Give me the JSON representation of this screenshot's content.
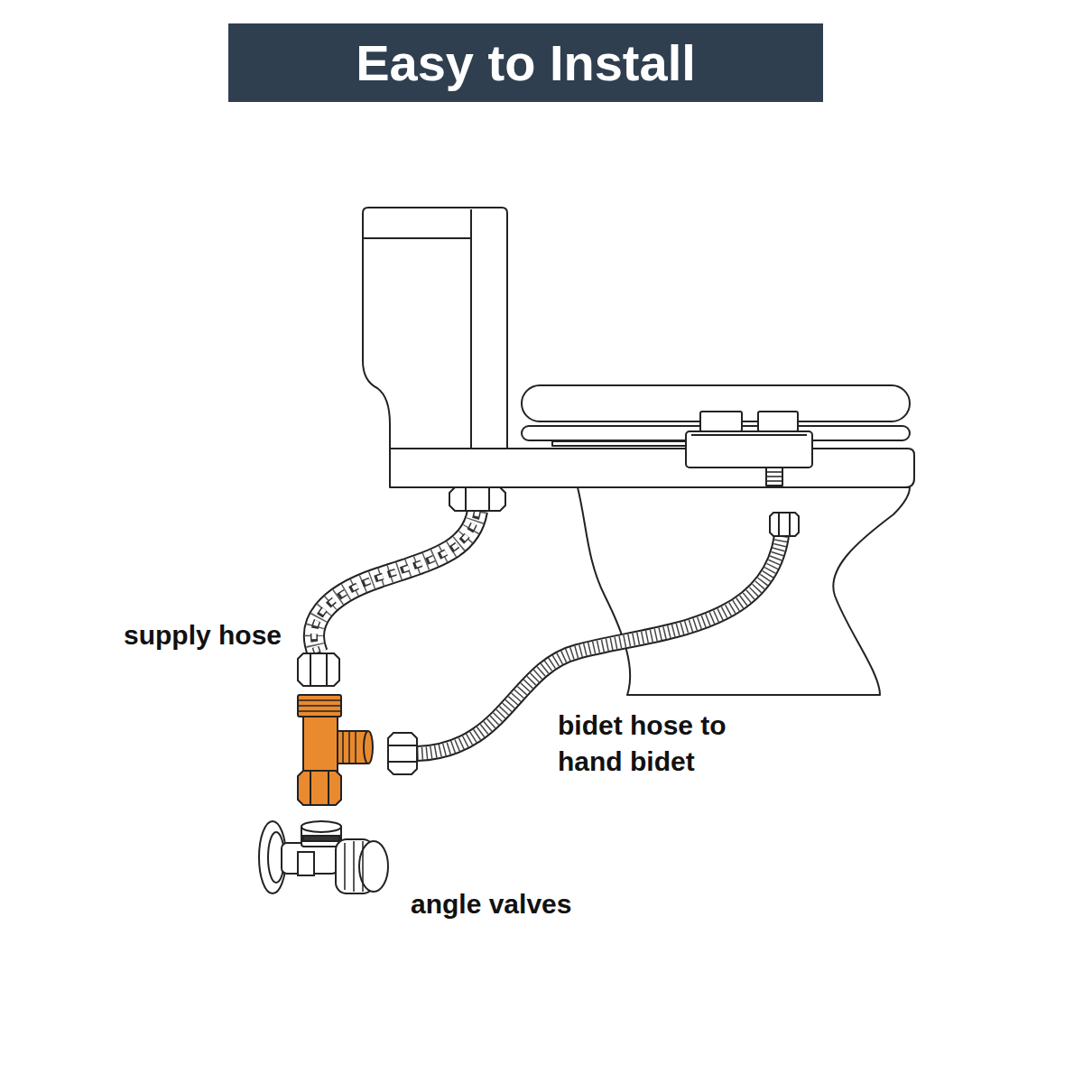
{
  "diagram": {
    "title": "Easy to Install",
    "labels": [
      "supply hose",
      "bidet hose to hand bidet",
      "angle valves"
    ]
  }
}
